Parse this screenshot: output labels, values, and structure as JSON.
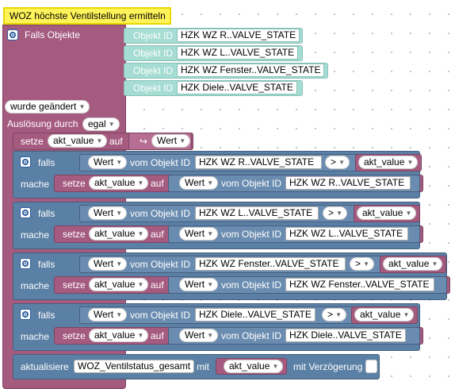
{
  "comment": "WOZ höchste Ventilstellung ermitteln",
  "trigger": {
    "label": "Falls Objekte",
    "object_prefix": "Objekt ID",
    "objects": [
      "HZK WZ R..VALVE_STATE",
      "HZK WZ L..VALVE_STATE",
      "HZK WZ Fenster..VALVE_STATE",
      "HZK Diele..VALVE_STATE"
    ],
    "changed": "wurde geändert",
    "trigger_by_label": "Auslösung durch",
    "trigger_by_value": "egal"
  },
  "set_var": {
    "setze": "setze",
    "var": "akt_value",
    "auf": "auf",
    "value": "Wert",
    "arrow": "↪"
  },
  "if_blocks": [
    {
      "object": "HZK WZ R..VALVE_STATE"
    },
    {
      "object": "HZK WZ L..VALVE_STATE"
    },
    {
      "object": "HZK WZ Fenster..VALVE_STATE"
    },
    {
      "object": "HZK Diele..VALVE_STATE"
    }
  ],
  "labels": {
    "falls": "falls",
    "mache": "mache",
    "wert": "Wert",
    "vom_objekt": "vom Objekt ID",
    "op": ">",
    "var": "akt_value",
    "setze": "setze",
    "auf": "auf"
  },
  "update": {
    "label": "aktualisiere",
    "target": "WOZ_Ventilstatus_gesamt",
    "mit": "mit",
    "var": "akt_value",
    "delay": "mit Verzögerung"
  },
  "icons": {
    "gear": "gear-icon",
    "dropdown": "chevron-down-icon",
    "arrow": "return-arrow-icon"
  },
  "colors": {
    "event": "#a55b80",
    "logic": "#5b80a5",
    "object": "#a5dcd3",
    "comment": "#fff35a"
  }
}
